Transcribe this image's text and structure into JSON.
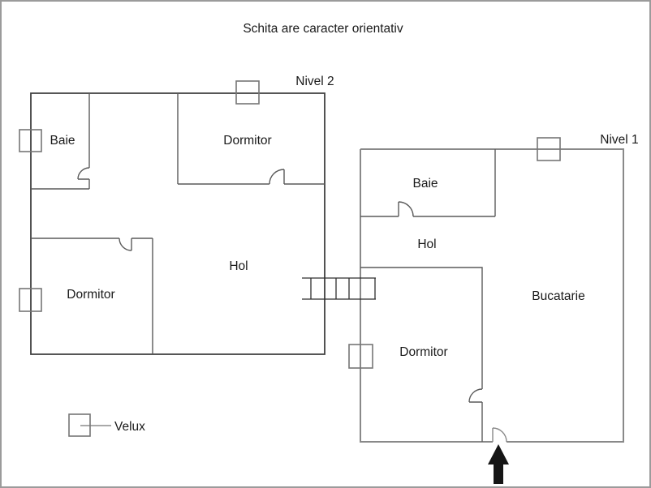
{
  "title": "Schita are caracter orientativ",
  "levels": {
    "nivel2": {
      "label": "Nivel 2",
      "rooms": {
        "baie": "Baie",
        "dormitor_top": "Dormitor",
        "hol": "Hol",
        "dormitor_bottom": "Dormitor"
      }
    },
    "nivel1": {
      "label": "Nivel 1",
      "rooms": {
        "baie": "Baie",
        "hol": "Hol",
        "bucatarie": "Bucatarie",
        "dormitor": "Dormitor"
      }
    }
  },
  "legend": {
    "velux_label": "Velux"
  },
  "icons": {
    "velux_window_icon": "small square straddling wall",
    "staircase_icon": "ladder between levels",
    "entrance_arrow_icon": "solid black up arrow at entry door",
    "door_arc_icon": "quarter-circle door swing"
  },
  "colors": {
    "wall_dark": "#3f3f3f",
    "wall_medium": "#5a5a5a",
    "wall_light": "#898989",
    "velux": "#767676",
    "stair": "#2f2f2f",
    "arrow": "#151515",
    "text": "#1a1a1a",
    "border": "#9b9b9b",
    "background": "#ffffff"
  }
}
